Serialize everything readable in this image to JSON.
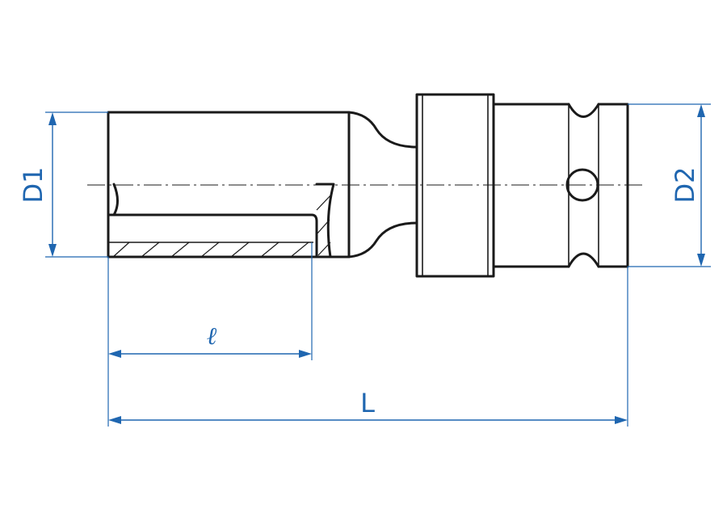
{
  "colors": {
    "dimension": "#1f66b0",
    "outline": "#1a1a1a",
    "background": "#ffffff"
  },
  "labels": {
    "d1": "D1",
    "d2": "D2",
    "socket_depth": "ℓ",
    "overall_length": "L"
  }
}
